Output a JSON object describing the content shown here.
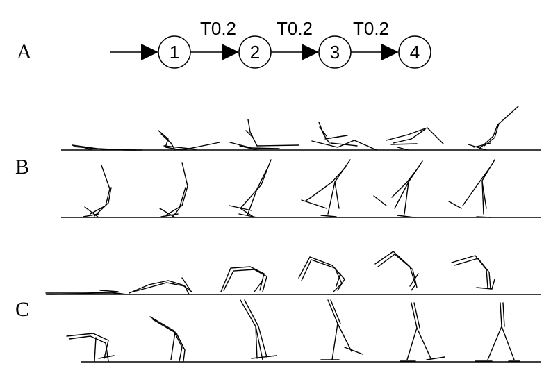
{
  "panels": {
    "a": {
      "label": "A"
    },
    "b": {
      "label": "B"
    },
    "c": {
      "label": "C"
    }
  },
  "state_machine": {
    "states": [
      "1",
      "2",
      "3",
      "4"
    ],
    "transitions": [
      "T0.2",
      "T0.2",
      "T0.2"
    ]
  },
  "colors": {
    "ink": "#000000",
    "background": "#ffffff"
  }
}
